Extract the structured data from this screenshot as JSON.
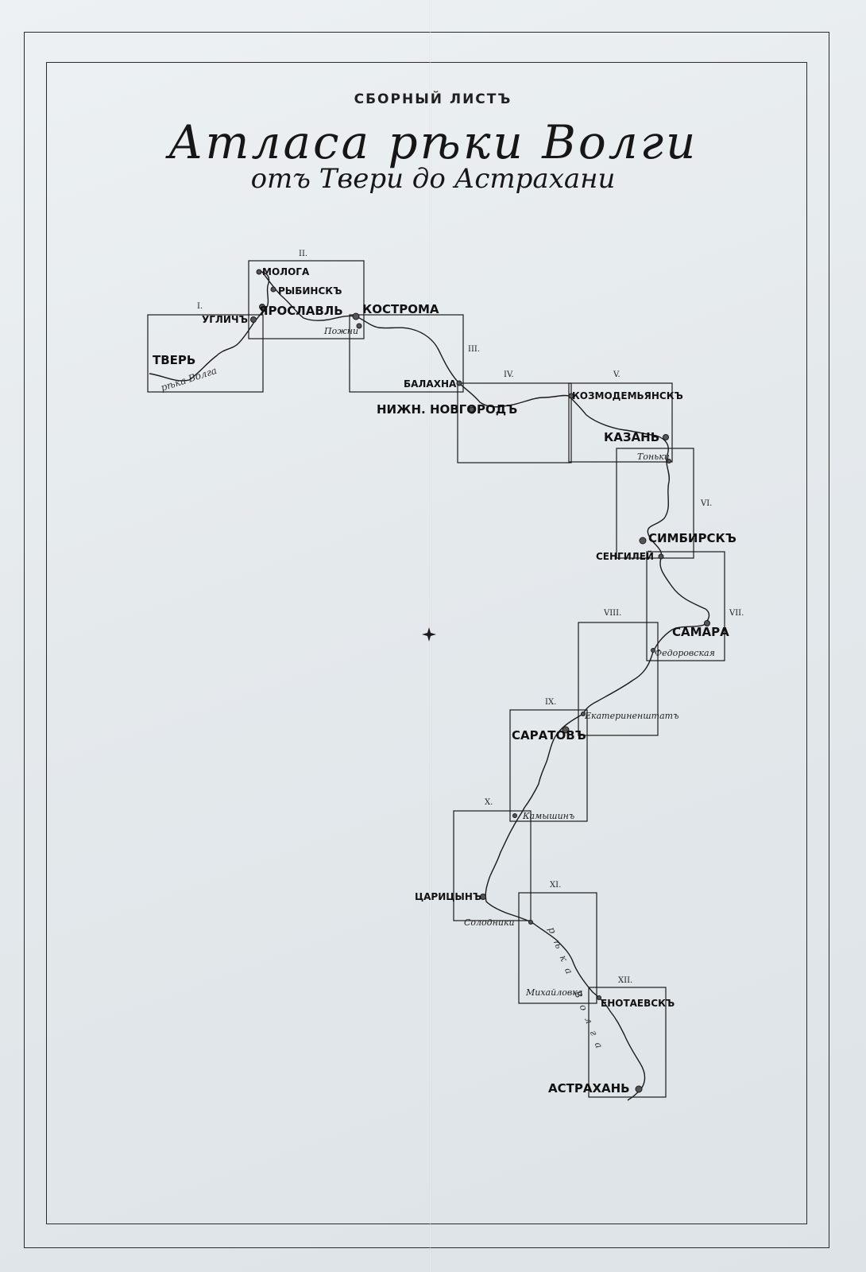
{
  "title": {
    "line1": "СБОРНЫЙ ЛИСТЪ",
    "line2": "Атласа рѣки Волги",
    "line3": "отъ Твери до Астрахани"
  },
  "sheets": [
    {
      "id": "I",
      "label": "I."
    },
    {
      "id": "II",
      "label": "II."
    },
    {
      "id": "III",
      "label": "III."
    },
    {
      "id": "IV",
      "label": "IV."
    },
    {
      "id": "V",
      "label": "V."
    },
    {
      "id": "VI",
      "label": "VI."
    },
    {
      "id": "VII",
      "label": "VII."
    },
    {
      "id": "VIII",
      "label": "VIII."
    },
    {
      "id": "IX",
      "label": "IX."
    },
    {
      "id": "X",
      "label": "X."
    },
    {
      "id": "XI",
      "label": "XI."
    },
    {
      "id": "XII",
      "label": "XII."
    }
  ],
  "towns": {
    "tver": "ТВЕРЬ",
    "uglich": "УГЛИЧЪ",
    "mologa": "МОЛОГА",
    "rybinsk": "РЫБИНСКЪ",
    "yaroslavl": "ЯРОСЛАВЛЬ",
    "kostroma": "КОСТРОМА",
    "pozhni": "Пожни",
    "balakhna": "БАЛАХНА",
    "nizhny": "НИЖН. НОВГОРОДЪ",
    "kozmodemyansk": "КОЗМОДЕМЬЯНСКЪ",
    "kazan": "КАЗАНЬ",
    "tonki": "Тоньки",
    "simbirsk": "СИМБИРСКЪ",
    "sengiley": "СЕНГИЛЕЙ",
    "samara": "САМАРА",
    "fedorovskaya": "Федоровская",
    "ekaterinenshtat": "Екатериненштатъ",
    "saratov": "САРАТОВЪ",
    "kamyshin": "Камышинъ",
    "tsaritsyn": "ЦАРИЦЫНЪ",
    "soldniki": "Солодники",
    "mikhailovka": "Михайловка",
    "enotaevsk": "ЕНОТАЕВСКЪ",
    "astrakhan": "АСТРАХАНЬ"
  },
  "river": {
    "upper_label": "рѣка Волга",
    "lower_label": "рѣка Волга"
  },
  "colors": {
    "ink": "#1a1a1a",
    "paper": "#e8ecef"
  }
}
